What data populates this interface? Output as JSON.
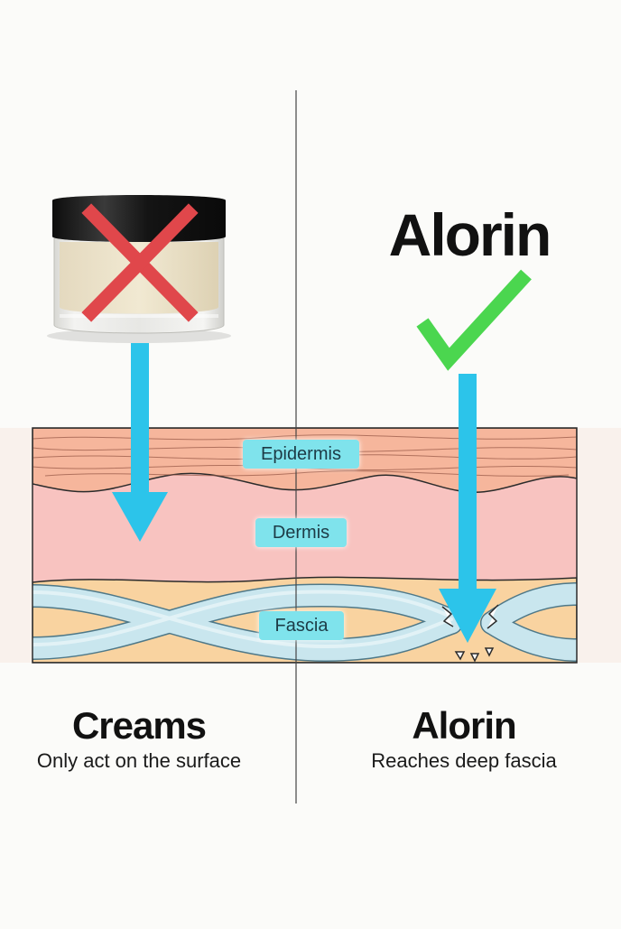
{
  "brand_heading": "Alorin",
  "layers": {
    "epidermis": "Epidermis",
    "dermis": "Dermis",
    "fascia": "Fascia"
  },
  "left_column": {
    "title": "Creams",
    "subtitle": "Only act on the surface",
    "mark": "cross-icon",
    "object": "cream-jar-icon"
  },
  "right_column": {
    "title": "Alorin",
    "subtitle": "Reaches deep fascia",
    "mark": "checkmark-icon"
  },
  "colors": {
    "epidermis": "#f6b69c",
    "dermis": "#f8c3c0",
    "fascia": "#f9d3a0",
    "fascia_bands": "#c9e6ee",
    "arrow": "#2cc4ea",
    "cross": "#e0474b",
    "check": "#4bd64f",
    "label_bg": "#7fe3ec"
  }
}
